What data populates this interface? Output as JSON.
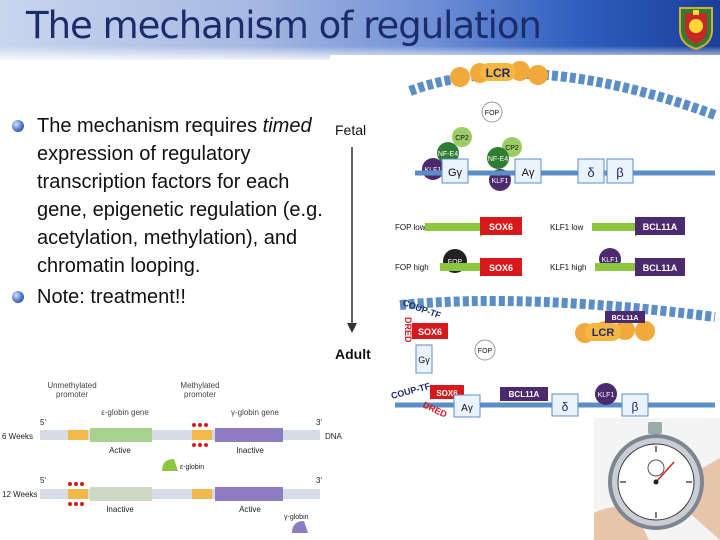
{
  "slide": {
    "title": "The mechanism of regulation",
    "bullets": [
      {
        "before": "The mechanism requires ",
        "em": "timed",
        "after": " expression of regulatory transcription factors for each gene, epigenetic regulation (e.g. acetylation, methylation), and chromatin looping."
      },
      {
        "before": "Note: treatment!!",
        "em": "",
        "after": ""
      }
    ]
  },
  "diagram": {
    "fetal": "Fetal",
    "adult": "Adult",
    "lcr": "LCR",
    "fop": "FOP",
    "cp2": "CP2",
    "nfe4": "NF-E4",
    "klf1": "KLF1",
    "g_gamma": "Gγ",
    "a_gamma": "Aγ",
    "delta": "δ",
    "beta": "β",
    "fop_low": "FOP low",
    "fop_high": "FOP high",
    "klf1_low": "KLF1 low",
    "klf1_high": "KLF1 high",
    "sox6": "SOX6",
    "bcl11a": "BCL11A",
    "coup_tf": "COUP-TF",
    "dred": "DRED"
  },
  "methylation": {
    "unmethylated": "Unmethylated",
    "unmethylated2": "promoter",
    "methylated": "Methylated",
    "methylated2": "promoter",
    "eps_gene": "ε-globin gene",
    "gam_gene": "γ-globin gene",
    "weeks6": "6 Weeks",
    "weeks12": "12 Weeks",
    "five": "5'",
    "three": "3'",
    "dna": "DNA",
    "active": "Active",
    "inactive": "Inactive",
    "eps": "ε-globin",
    "gam": "γ-globin"
  },
  "colors": {
    "title": "#1c2c6b",
    "accent": "#2f5fbf",
    "green": "#8cc63f",
    "red": "#d7191c",
    "purple": "#4b2a6e"
  }
}
